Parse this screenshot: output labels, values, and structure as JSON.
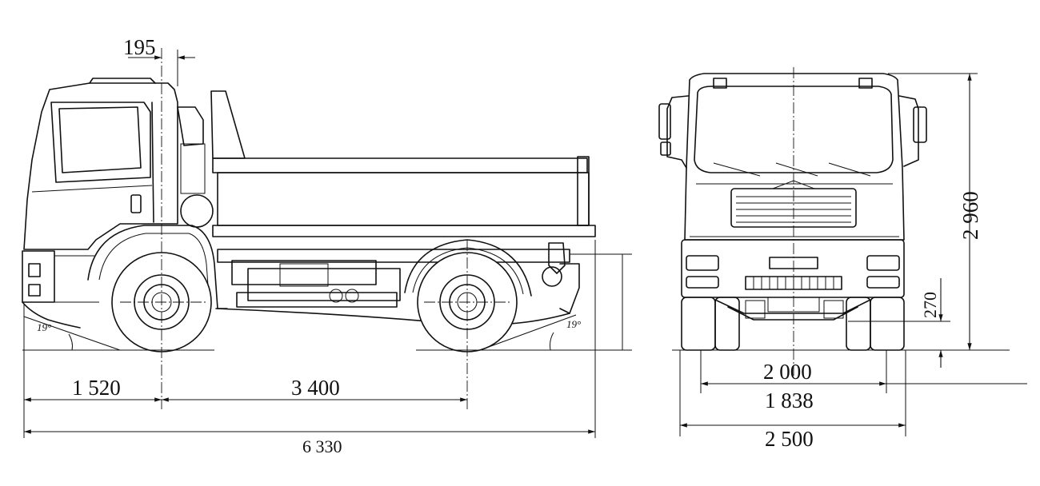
{
  "side_view": {
    "dims": {
      "cab_offset": "195",
      "front_overhang": "1 520",
      "wheelbase": "3 400",
      "overall_length": "6 330"
    },
    "approach_angle": "19°",
    "departure_angle": "19°"
  },
  "front_view": {
    "dims": {
      "height": "2 960",
      "ground_clearance": "270",
      "track_front": "2 000",
      "track_rear": "1 838",
      "overall_width": "2 500"
    }
  }
}
